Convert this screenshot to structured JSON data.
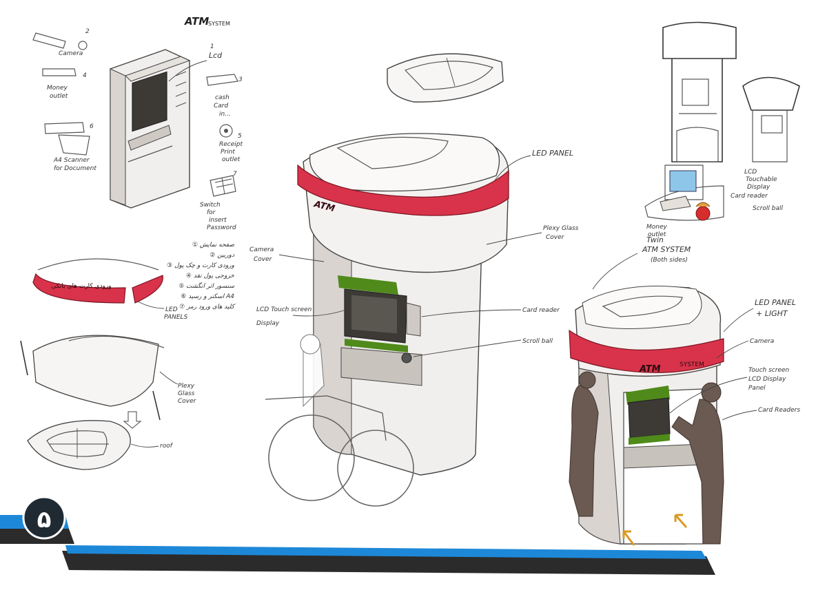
{
  "title": {
    "main": "ATM",
    "sub": "SYSTEM"
  },
  "page_number": "۵",
  "left_callouts": {
    "c1": "1",
    "lcd": "Lcd",
    "c2": "2",
    "camera": "Camera",
    "c3": "3",
    "c4": "4",
    "money": "Money",
    "outlet": "outlet",
    "c5": "5",
    "cash1": "cash",
    "cash2": "Card",
    "cash3": "in...",
    "c6": "6",
    "a4_1": "A4 Scanner",
    "a4_2": "for Document",
    "receipt1": "Receipt",
    "receipt2": "Print",
    "receipt3": "outlet",
    "c7": "7",
    "kb1": "Switch",
    "kb2": "for",
    "kb3": "insert",
    "kb4": "Password"
  },
  "persian_legend": [
    "① صفحه نمایش",
    "② دوربین",
    "③ ورودی کارت و چک پول",
    "④ خروجی پول نقد",
    "⑤ سنسور اثر انگشت",
    "⑥ اسکنر و رسید A4",
    "⑦ کلید های ورود رمز"
  ],
  "ring_text": "ورودی کارت های بانکی",
  "led_panels_label": [
    "LED",
    "PANELS"
  ],
  "plexy_label": [
    "Plexy",
    "Glass",
    "Cover"
  ],
  "roof_label": "roof",
  "center_labels": {
    "led_panel": "LED PANEL",
    "plexy": [
      "Plexy Glass",
      "Cover"
    ],
    "camera": [
      "Camera",
      "Cover"
    ],
    "lcd": [
      "LCD Touch screen",
      "Display"
    ],
    "card_reader": "Card reader",
    "scroll_ball": "Scroll ball"
  },
  "booth_atm": "ATM",
  "right_top_labels": {
    "lcd_touch": [
      "LCD",
      "Touchable",
      "Display"
    ],
    "card_reader": "Card reader",
    "scroll_ball": "Scroll ball",
    "money_outlet": [
      "Money",
      "outlet"
    ]
  },
  "twin_label": [
    "Twin",
    "ATM SYSTEM",
    "(Both sides)"
  ],
  "right_labels": {
    "led": [
      "LED PANEL",
      "+ LIGHT"
    ],
    "camera": "Camera",
    "touch": [
      "Touch screen",
      "LCD Display",
      "Panel"
    ],
    "card": "Card Readers"
  },
  "twin_booth": {
    "atm": "ATM",
    "system": "SYSTEM"
  },
  "colors": {
    "accent_red": "#d8334a",
    "screen_green": "#4f8a1a",
    "stripe_blue": "#1e88d8",
    "stripe_dark": "#2b2b2b"
  }
}
